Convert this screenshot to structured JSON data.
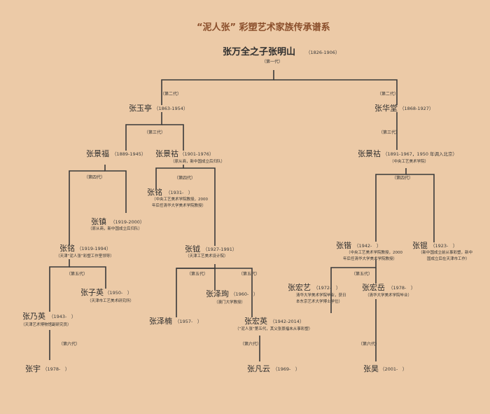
{
  "title": "“泥人张” 彩塑艺术家族传承谱系",
  "root": {
    "name": "张万全之子张明山",
    "dates": "（1826-1906）",
    "gen": "（第一代）"
  },
  "gen2": {
    "left_label": "（第二代）",
    "right_label": "（第二代）"
  },
  "yuting": {
    "name": "张玉亭",
    "dates": "（1863-1954）",
    "gen3": "（第三代）"
  },
  "huatang": {
    "name": "张华堂",
    "dates": "（1868-1927）",
    "gen3": "（第三代）"
  },
  "jingfu": {
    "name": "张景福",
    "dates": "（1889-1945）"
  },
  "jinghu": {
    "name": "张景祜",
    "dates": "（1901-1976）",
    "note": "（原从商，新中国成立后归队）",
    "gen4": "（第四代）"
  },
  "jinghu2": {
    "name": "张景祜",
    "dates": "（1891-1967，1950 年调入北京）",
    "note": "（中央工艺美术学院）",
    "gen4": "（第四代）"
  },
  "jingfu_gen4": "（第四代）",
  "ming": {
    "name": "张铭",
    "dates": "（1931-　）",
    "note1": "（中央工艺美术学院教授，2000",
    "note2": "年后任清华大学美术学院教授）"
  },
  "zhen": {
    "name": "张镇",
    "dates": "（1919-2000）",
    "note": "（原从商，新中国成立后归队）"
  },
  "ming2": {
    "name": "张铭",
    "dates": "（1919-1994）",
    "note": "（天津“泥人张”彩塑工作室领导）",
    "gen5": "（第五代）"
  },
  "yue": {
    "name": "张钺",
    "dates": "（1927-1991）",
    "note": "（天津工艺美术设计院）",
    "gen5a": "（第五代）",
    "gen5b": "（第五代）"
  },
  "kai": {
    "name": "张锴",
    "dates": "（1942-　）",
    "note1": "（中央工艺美术学院教授，2000",
    "note2": "年后任清华大学美术学院教授）",
    "gen5": "（第五代）"
  },
  "kun": {
    "name": "张锟",
    "dates": "（1923-　）",
    "note1": "（新中国成立前从事彩塑，新中",
    "note2": "国成立后在天津市工作）"
  },
  "ziying": {
    "name": "张子英",
    "dates": "（1950-　）",
    "note": "（天津市工艺美术研究所）"
  },
  "naiying": {
    "name": "张乃英",
    "dates": "（1943-　）",
    "note": "（天津艺术博物馆副研究员）",
    "gen6": "（第六代）"
  },
  "zekui": {
    "name": "张泽珣",
    "dates": "（1960-　）",
    "note": "（澳门大学教授）"
  },
  "zenan": {
    "name": "张泽楠",
    "dates": "（1957-　）"
  },
  "hongying": {
    "name": "张宏英",
    "dates": "（1942-2014）",
    "note": "（“泥人张”第五代，其父张景福未从事彩塑）",
    "gen6": "（第六代）"
  },
  "hongyi": {
    "name": "张宏艺",
    "dates": "（1972-　）",
    "note1": "清华大学美术学院毕业，获日",
    "note2": "本东京艺术大学博士学位）"
  },
  "hongyue": {
    "name": "张宏岳",
    "dates": "（1978-　）",
    "note": "（清华大学美术学院毕业）",
    "gen6": "（第六代）"
  },
  "yu": {
    "name": "张宇",
    "dates": "（1978-　）"
  },
  "fanyun": {
    "name": "张凡云",
    "dates": "（1969-　）"
  },
  "hao": {
    "name": "张昊",
    "dates": "（2001-　）"
  }
}
